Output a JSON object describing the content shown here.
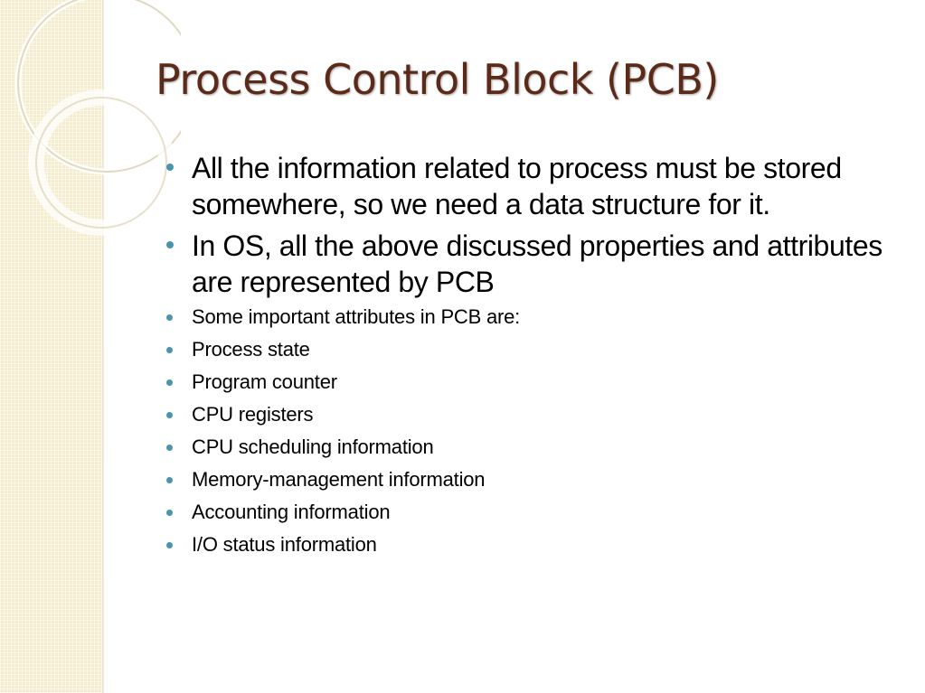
{
  "slide": {
    "title": "Process Control Block (PCB)",
    "accent_colors": {
      "title": "#5b2a19",
      "bullet": "#4b94ad",
      "side_band": "#f4eccc"
    },
    "bullets": [
      {
        "text": "All the information related to process must be stored somewhere, so we need a data structure for it.",
        "level": "large"
      },
      {
        "text": "In OS, all the above discussed properties and attributes are represented by PCB",
        "level": "large"
      },
      {
        "text": "Some important attributes in PCB are:",
        "level": "small"
      },
      {
        "text": "Process state",
        "level": "small"
      },
      {
        "text": "Program counter",
        "level": "small"
      },
      {
        "text": "CPU registers",
        "level": "small"
      },
      {
        "text": "CPU scheduling information",
        "level": "small"
      },
      {
        "text": "Memory-management information",
        "level": "small"
      },
      {
        "text": "Accounting information",
        "level": "small"
      },
      {
        "text": "I/O status information",
        "level": "small"
      }
    ]
  }
}
